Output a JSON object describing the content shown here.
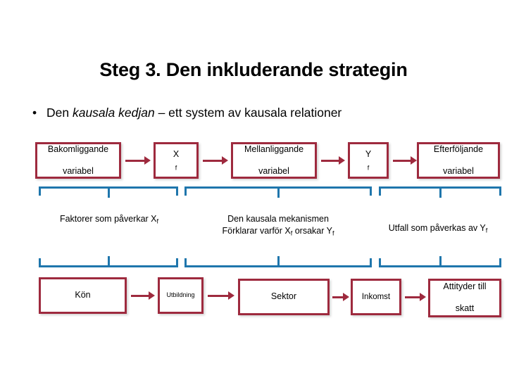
{
  "slide": {
    "title": "Steg 3. Den inkluderande strategin",
    "bullet": {
      "marker": "•",
      "lead": "Den ",
      "italic": "kausala kedjan",
      "tail": " – ett system av kausala relationer"
    }
  },
  "colors": {
    "box_border": "#9E2A3E",
    "arrow": "#9E2A3E",
    "brace": "#1F76AC",
    "text": "#000000",
    "background": "#FFFFFF"
  },
  "chain_concept": {
    "boxes": [
      {
        "id": "bakomliggande",
        "line1": "Bakomliggande",
        "line2": "variabel"
      },
      {
        "id": "x-f",
        "base": "X",
        "sub": "f"
      },
      {
        "id": "mellanliggande",
        "line1": "Mellanliggande",
        "line2": "variabel"
      },
      {
        "id": "y-f",
        "base": "Y",
        "sub": "f"
      },
      {
        "id": "efterfoljande",
        "line1": "Efterföljande",
        "line2": "variabel"
      }
    ],
    "arrow_count": 4
  },
  "captions": [
    {
      "id": "faktorer",
      "line1_pre": "Faktorer som påverkar X",
      "line1_sub": "f",
      "line1_post": "",
      "line2_pre": "",
      "line2_sub": "",
      "line2_post": ""
    },
    {
      "id": "mekanismen",
      "line1_pre": "Den kausala mekanismen",
      "line1_sub": "",
      "line1_post": "",
      "line2_pre": "Förklarar varför X",
      "line2_sub": "f",
      "line2_post": " orsakar Y",
      "line2_sub2": "f"
    },
    {
      "id": "utfall",
      "line1_pre": "Utfall som påverkas av Y",
      "line1_sub": "f",
      "line1_post": ""
    }
  ],
  "chain_example": {
    "boxes": [
      {
        "id": "kon",
        "label": "Kön"
      },
      {
        "id": "utbildning",
        "label": "Utbildning"
      },
      {
        "id": "sektor",
        "label": "Sektor"
      },
      {
        "id": "inkomst",
        "label": "Inkomst"
      },
      {
        "id": "attityder",
        "line1": "Attityder till",
        "line2": "skatt"
      }
    ],
    "arrow_count": 4
  }
}
